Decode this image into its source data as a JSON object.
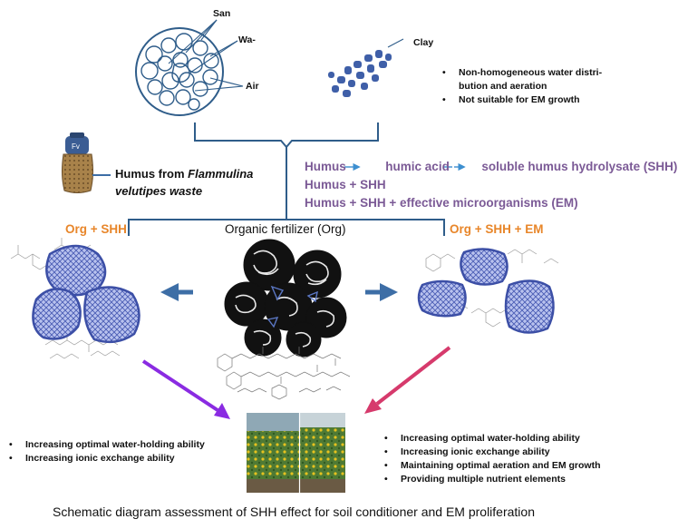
{
  "soil_labels": {
    "sand": "San",
    "water": "Wa-",
    "air": "Air",
    "clay": "Clay"
  },
  "soil_notes": [
    "Non-homogeneous water distri-",
    "bution and aeration",
    "Not suitable for EM growth"
  ],
  "humus_source": {
    "prefix": "Humus from ",
    "species_line1": "Flammulina",
    "species_line2": "velutipes waste"
  },
  "process": {
    "step1_humus": "Humus",
    "step1_acid": "humic acid",
    "step1_shh": "soluble humus hydrolysate (SHH)",
    "step2": "Humus + SHH",
    "step3": "Humus + SHH + effective microorganisms (EM)"
  },
  "branches": {
    "left": "Org + SHH",
    "center": "Organic fertilizer (Org)",
    "right": "Org + SHH + EM"
  },
  "left_effects": [
    "Increasing optimal water-holding ability",
    "Increasing ionic exchange ability"
  ],
  "right_effects": [
    "Increasing optimal water-holding ability",
    "Increasing ionic exchange ability",
    "Maintaining optimal aeration and EM growth",
    "Providing multiple nutrient elements"
  ],
  "caption": "Schematic diagram assessment of SHH effect for soil conditioner and EM proliferation",
  "colors": {
    "outline": "#2f5d8a",
    "clay": "#3f5fa8",
    "aggregate": "#5a6fc0",
    "purple_text": "#7b5a96",
    "orange_text": "#e8862a",
    "arrow_left": "#8a2be2",
    "arrow_right": "#d63a6c",
    "arrow_blue": "#3d6ea6"
  }
}
